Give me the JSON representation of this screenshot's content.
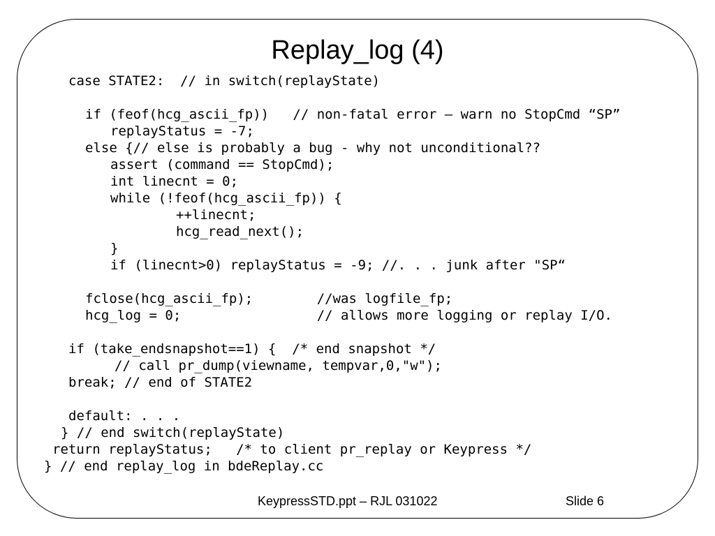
{
  "title": "Replay_log (4)",
  "code_lines": [
    "case STATE2:  // in switch(replayState)",
    "",
    "if (feof(hcg_ascii_fp))   // non-fatal error – warn no StopCmd “SP”",
    "replayStatus = -7;",
    "else {// else is probably a bug - why not unconditional??",
    "assert (command == StopCmd);",
    "int linecnt = 0;",
    "while (!feof(hcg_ascii_fp)) {",
    "++linecnt;",
    "hcg_read_next();",
    "}",
    "if (linecnt>0) replayStatus = -9; //. . . junk after \"SP“",
    "",
    "fclose(hcg_ascii_fp);        //was logfile_fp;",
    "hcg_log = 0;                 // allows more logging or replay I/O.",
    "",
    "if (take_endsnapshot==1) {  /* end snapshot */",
    "// call pr_dump(viewname, tempvar,0,\"w\");",
    "break; // end of STATE2",
    "",
    "default: . . .",
    "} // end switch(replayState)",
    "return replayStatus;   /* to client pr_replay or Keypress */",
    "} // end replay_log in bdeReplay.cc"
  ],
  "footer": {
    "source": "KeypressSTD.ppt – RJL 031022",
    "slide_number": "Slide 6"
  }
}
